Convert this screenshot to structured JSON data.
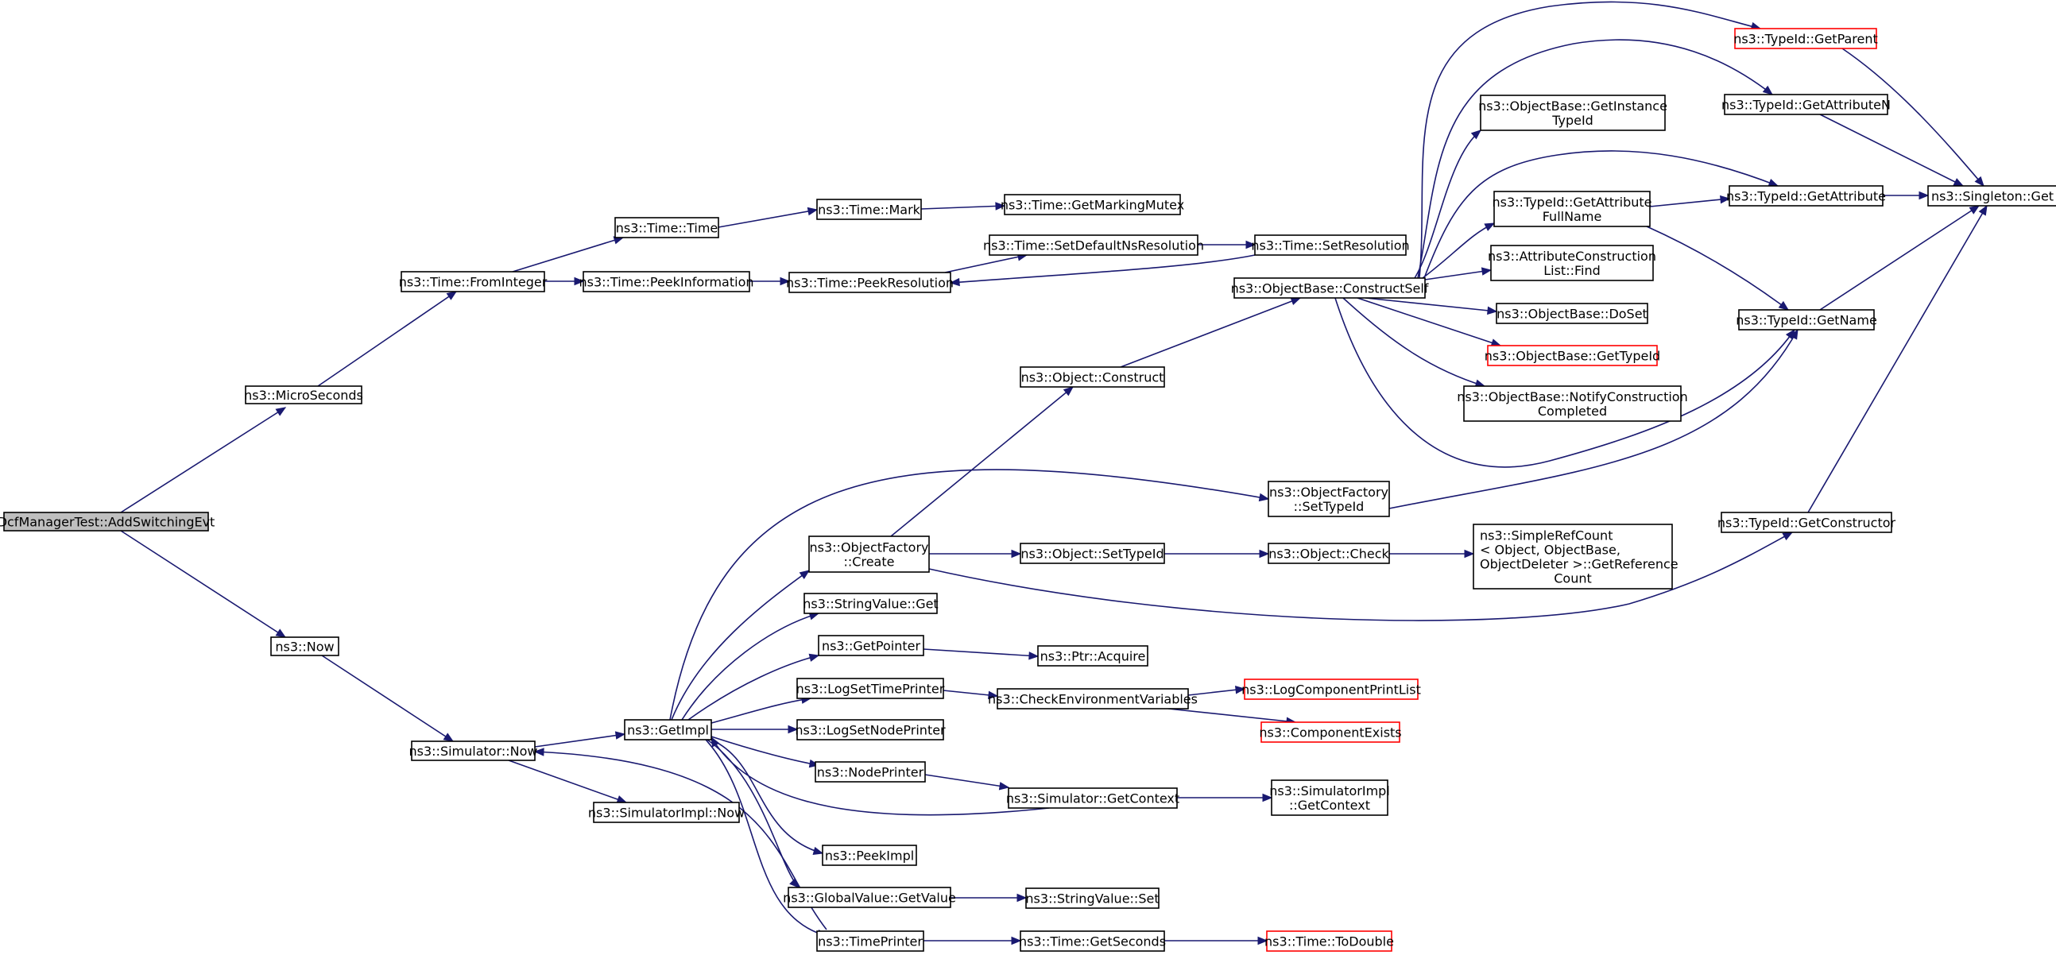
{
  "graph": {
    "colors": {
      "edge": "#191970",
      "node_border": "#000000",
      "truncated_border": "#ff0000",
      "root_fill": "#bfbfbf",
      "node_fill": "#ffffff"
    },
    "nodes": [
      {
        "id": "root",
        "lines": [
          "DcfManagerTest::AddSwitchingEvt"
        ],
        "style": "root"
      },
      {
        "id": "microseconds",
        "lines": [
          "ns3::MicroSeconds"
        ],
        "style": "normal"
      },
      {
        "id": "now",
        "lines": [
          "ns3::Now"
        ],
        "style": "normal"
      },
      {
        "id": "time-frominteger",
        "lines": [
          "ns3::Time::FromInteger"
        ],
        "style": "normal"
      },
      {
        "id": "simulator-now",
        "lines": [
          "ns3::Simulator::Now"
        ],
        "style": "normal"
      },
      {
        "id": "time-time",
        "lines": [
          "ns3::Time::Time"
        ],
        "style": "normal"
      },
      {
        "id": "time-peekinformation",
        "lines": [
          "ns3::Time::PeekInformation"
        ],
        "style": "normal"
      },
      {
        "id": "getimpl",
        "lines": [
          "ns3::GetImpl"
        ],
        "style": "normal"
      },
      {
        "id": "simulatorimpl-now",
        "lines": [
          "ns3::SimulatorImpl::Now"
        ],
        "style": "normal"
      },
      {
        "id": "time-mark",
        "lines": [
          "ns3::Time::Mark"
        ],
        "style": "normal"
      },
      {
        "id": "time-peekresolution",
        "lines": [
          "ns3::Time::PeekResolution"
        ],
        "style": "normal"
      },
      {
        "id": "objectfactory-create",
        "lines": [
          "ns3::ObjectFactory",
          "::Create"
        ],
        "style": "normal"
      },
      {
        "id": "stringvalue-get",
        "lines": [
          "ns3::StringValue::Get"
        ],
        "style": "normal"
      },
      {
        "id": "getpointer",
        "lines": [
          "ns3::GetPointer"
        ],
        "style": "normal"
      },
      {
        "id": "logsettimeprinter",
        "lines": [
          "ns3::LogSetTimePrinter"
        ],
        "style": "normal"
      },
      {
        "id": "logsetnodeprinter",
        "lines": [
          "ns3::LogSetNodePrinter"
        ],
        "style": "normal"
      },
      {
        "id": "nodeprinter",
        "lines": [
          "ns3::NodePrinter"
        ],
        "style": "normal"
      },
      {
        "id": "peekimpl",
        "lines": [
          "ns3::PeekImpl"
        ],
        "style": "normal"
      },
      {
        "id": "globalvalue-getvalue",
        "lines": [
          "ns3::GlobalValue::GetValue"
        ],
        "style": "normal"
      },
      {
        "id": "timeprinter",
        "lines": [
          "ns3::TimePrinter"
        ],
        "style": "normal"
      },
      {
        "id": "time-getmarkingmutex",
        "lines": [
          "ns3::Time::GetMarkingMutex"
        ],
        "style": "normal"
      },
      {
        "id": "time-setdefaultnsresolution",
        "lines": [
          "ns3::Time::SetDefaultNsResolution"
        ],
        "style": "normal"
      },
      {
        "id": "object-construct",
        "lines": [
          "ns3::Object::Construct"
        ],
        "style": "normal"
      },
      {
        "id": "object-settypeid",
        "lines": [
          "ns3::Object::SetTypeId"
        ],
        "style": "normal"
      },
      {
        "id": "ptr-acquire",
        "lines": [
          "ns3::Ptr::Acquire"
        ],
        "style": "normal"
      },
      {
        "id": "checkenvironmentvariables",
        "lines": [
          "ns3::CheckEnvironmentVariables"
        ],
        "style": "normal"
      },
      {
        "id": "simulator-getcontext",
        "lines": [
          "ns3::Simulator::GetContext"
        ],
        "style": "normal"
      },
      {
        "id": "stringvalue-set",
        "lines": [
          "ns3::StringValue::Set"
        ],
        "style": "normal"
      },
      {
        "id": "time-getseconds",
        "lines": [
          "ns3::Time::GetSeconds"
        ],
        "style": "normal"
      },
      {
        "id": "time-setresolution",
        "lines": [
          "ns3::Time::SetResolution"
        ],
        "style": "normal"
      },
      {
        "id": "objectbase-constructself",
        "lines": [
          "ns3::ObjectBase::ConstructSelf"
        ],
        "style": "normal"
      },
      {
        "id": "objectfactory-settypeid",
        "lines": [
          "ns3::ObjectFactory",
          "::SetTypeId"
        ],
        "style": "normal"
      },
      {
        "id": "object-check",
        "lines": [
          "ns3::Object::Check"
        ],
        "style": "normal"
      },
      {
        "id": "logcomponentprintlist",
        "lines": [
          "ns3::LogComponentPrintList"
        ],
        "style": "truncated"
      },
      {
        "id": "componentexists",
        "lines": [
          "ns3::ComponentExists"
        ],
        "style": "truncated"
      },
      {
        "id": "simulatorimpl-getcontext",
        "lines": [
          "ns3::SimulatorImpl",
          "::GetContext"
        ],
        "style": "normal"
      },
      {
        "id": "time-todouble",
        "lines": [
          "ns3::Time::ToDouble"
        ],
        "style": "truncated"
      },
      {
        "id": "objectbase-getinstancetypeid",
        "lines": [
          "ns3::ObjectBase::GetInstance",
          "TypeId"
        ],
        "style": "normal"
      },
      {
        "id": "typeid-getattributefullname",
        "lines": [
          "ns3::TypeId::GetAttribute",
          "FullName"
        ],
        "style": "normal"
      },
      {
        "id": "attributeconstructionlist-find",
        "lines": [
          "ns3::AttributeConstruction",
          "List::Find"
        ],
        "style": "normal"
      },
      {
        "id": "objectbase-doset",
        "lines": [
          "ns3::ObjectBase::DoSet"
        ],
        "style": "normal"
      },
      {
        "id": "objectbase-gettypeid",
        "lines": [
          "ns3::ObjectBase::GetTypeId"
        ],
        "style": "truncated"
      },
      {
        "id": "objectbase-notifyconstructioncompleted",
        "lines": [
          "ns3::ObjectBase::NotifyConstruction",
          "Completed"
        ],
        "style": "normal"
      },
      {
        "id": "simplerefcount-getreferencecount",
        "lines": [
          "ns3::SimpleRefCount",
          "< Object, ObjectBase,",
          " ObjectDeleter >::GetReference",
          "Count"
        ],
        "style": "normal"
      },
      {
        "id": "typeid-getparent",
        "lines": [
          "ns3::TypeId::GetParent"
        ],
        "style": "truncated"
      },
      {
        "id": "typeid-getattributen",
        "lines": [
          "ns3::TypeId::GetAttributeN"
        ],
        "style": "normal"
      },
      {
        "id": "typeid-getattribute",
        "lines": [
          "ns3::TypeId::GetAttribute"
        ],
        "style": "normal"
      },
      {
        "id": "typeid-getname",
        "lines": [
          "ns3::TypeId::GetName"
        ],
        "style": "normal"
      },
      {
        "id": "typeid-getconstructor",
        "lines": [
          "ns3::TypeId::GetConstructor"
        ],
        "style": "normal"
      },
      {
        "id": "singleton-get",
        "lines": [
          "ns3::Singleton::Get"
        ],
        "style": "normal"
      }
    ]
  }
}
